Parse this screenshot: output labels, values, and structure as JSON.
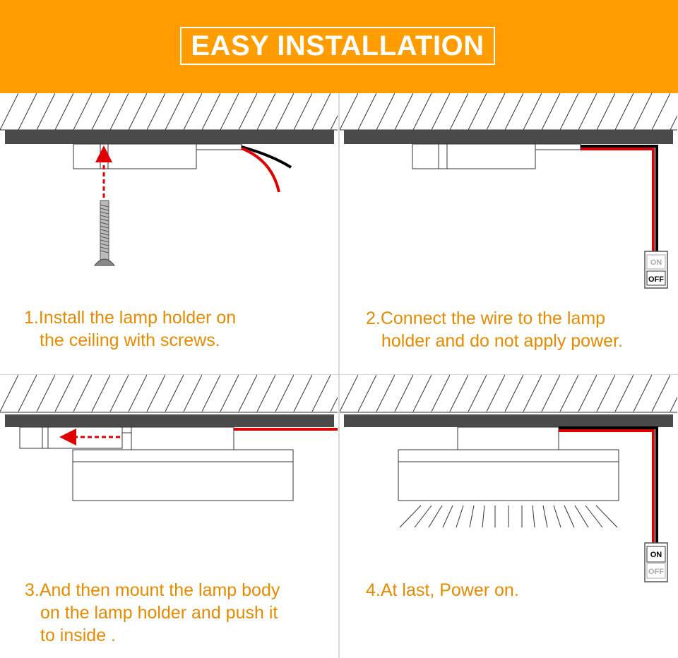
{
  "header": {
    "title": "EASY INSTALLATION",
    "background_color": "#ff9c00"
  },
  "accent_colors": {
    "caption": "#e88a00",
    "wire_red": "#e00000",
    "arrow_red": "#e00000",
    "ceiling_bar": "#4a4a4a"
  },
  "steps": [
    {
      "number": 1,
      "lines": [
        "1.Install the lamp holder on",
        "the ceiling with screws."
      ]
    },
    {
      "number": 2,
      "lines": [
        "2.Connect the wire to the lamp",
        "holder and do not apply power."
      ],
      "switch": {
        "on_label": "ON",
        "off_label": "OFF",
        "state": "OFF"
      }
    },
    {
      "number": 3,
      "lines": [
        "3.And then mount the lamp body",
        "on the lamp holder and push it",
        "to inside ."
      ]
    },
    {
      "number": 4,
      "lines": [
        "4.At last, Power on."
      ],
      "switch": {
        "on_label": "ON",
        "off_label": "OFF",
        "state": "ON"
      }
    }
  ],
  "icons": [
    "screw-icon",
    "power-switch-icon",
    "light-rays-icon",
    "red-dashed-arrow-icon"
  ]
}
